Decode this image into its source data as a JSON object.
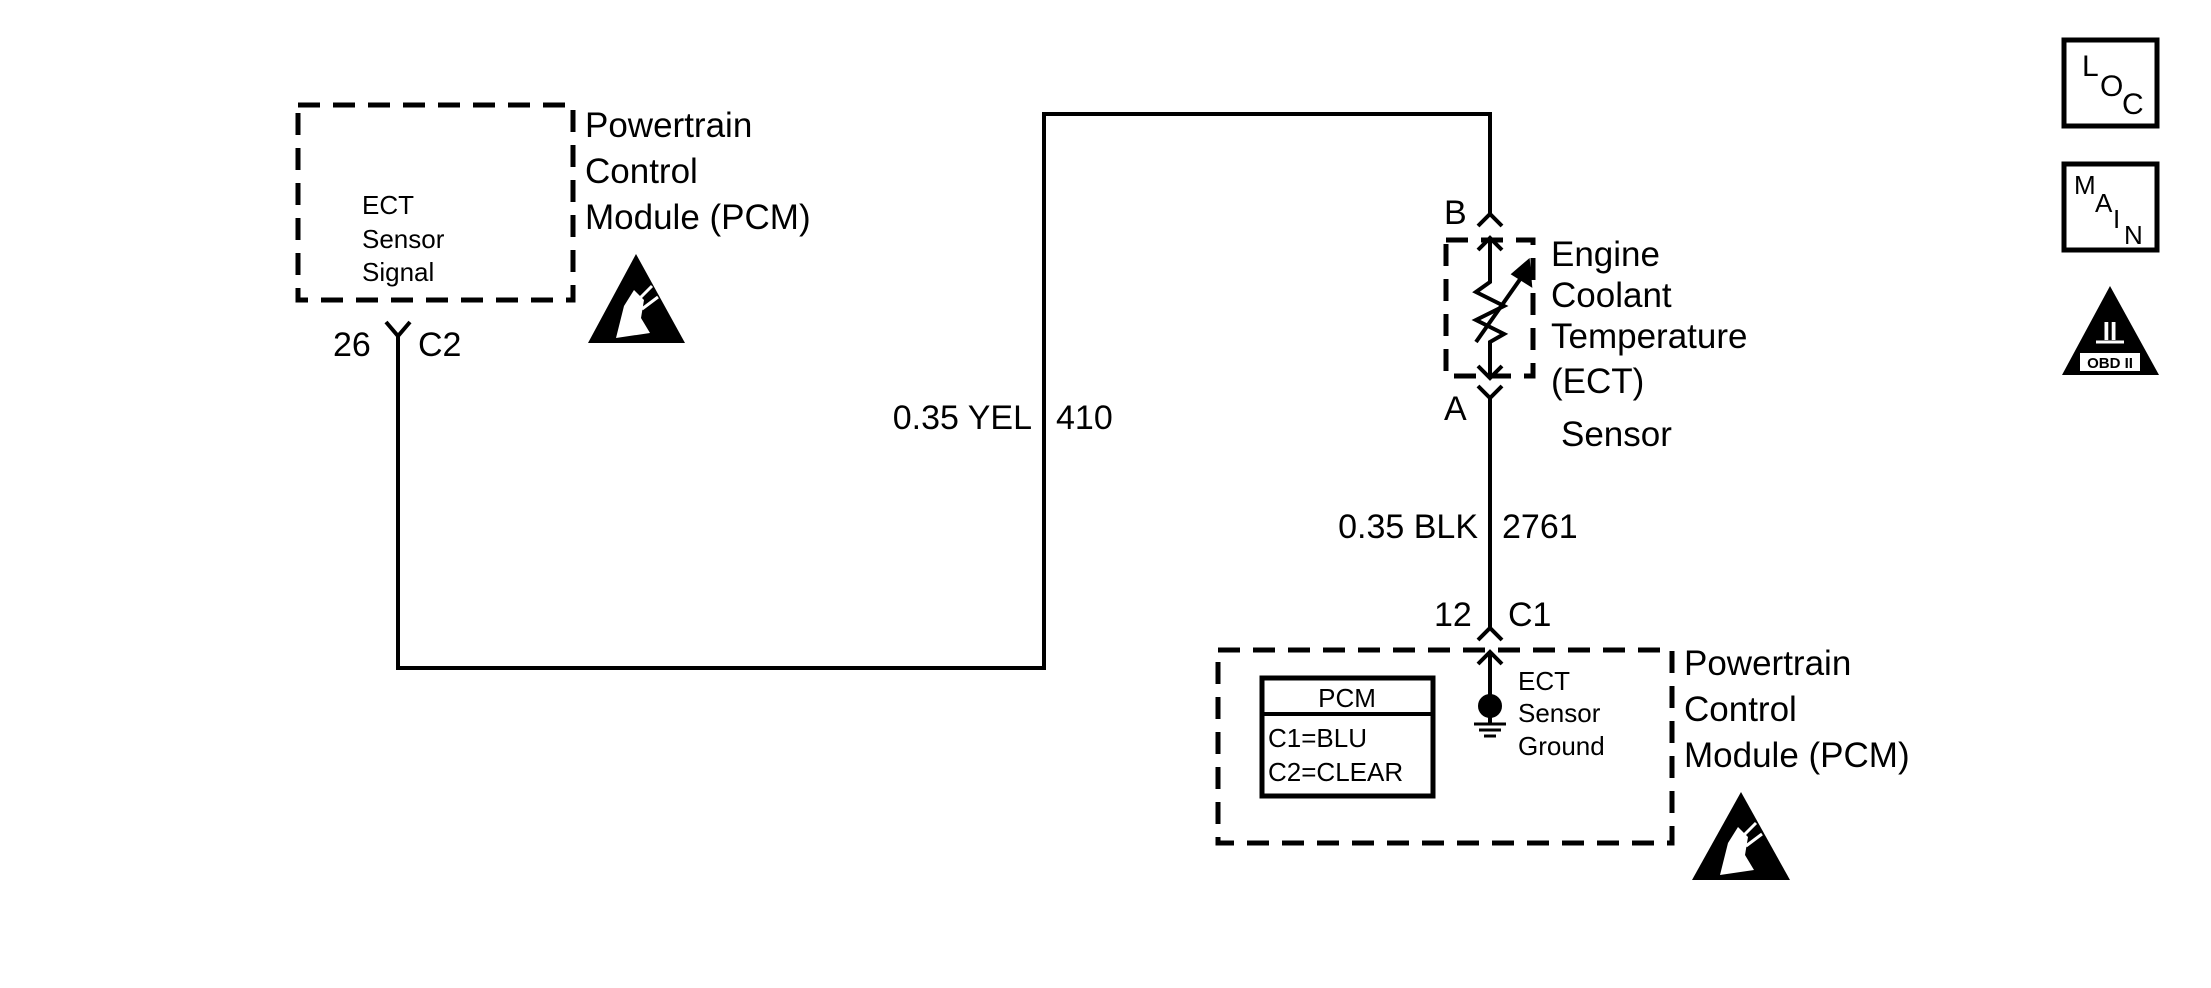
{
  "top_pcm": {
    "title_lines": [
      "Powertrain",
      "Control",
      "Module (PCM)"
    ],
    "signal_lines": [
      "ECT",
      "Sensor",
      "Signal"
    ],
    "pin": "26",
    "connector": "C2"
  },
  "wire_yel": {
    "gauge_color": "0.35 YEL",
    "circuit": "410"
  },
  "ect_sensor": {
    "name_lines": [
      "Engine",
      "Coolant",
      "Temperature",
      "(ECT)",
      "Sensor"
    ],
    "terminal_b": "B",
    "terminal_a": "A"
  },
  "wire_blk": {
    "gauge_color": "0.35 BLK",
    "circuit": "2761"
  },
  "bottom_pcm": {
    "pin": "12",
    "connector": "C1",
    "title_lines": [
      "Powertrain",
      "Control",
      "Module (PCM)"
    ],
    "ground_lines": [
      "ECT",
      "Sensor",
      "Ground"
    ],
    "table": {
      "header": "PCM",
      "rows": [
        "C1=BLU",
        "C2=CLEAR"
      ]
    }
  },
  "side_icons": {
    "loc": {
      "letters": [
        "L",
        "O",
        "C"
      ]
    },
    "main": {
      "letters": [
        "M",
        "A",
        "I",
        "N"
      ]
    },
    "obd": {
      "numeral": "II",
      "label": "OBD II"
    }
  }
}
